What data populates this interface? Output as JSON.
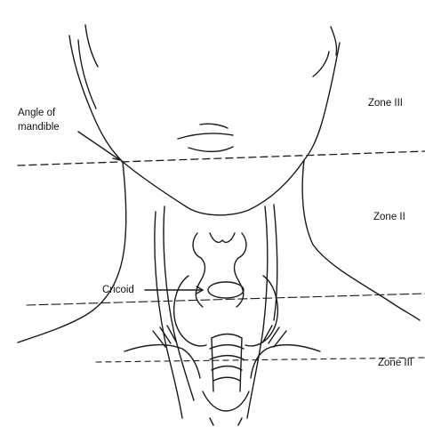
{
  "labels": {
    "angle_of_mandible_line1": "Angle of",
    "angle_of_mandible_line2": "mandible",
    "zone_iii": "Zone III",
    "zone_ii": "Zone II",
    "cricoid": "Cricoid",
    "zone_i": "Zone III"
  },
  "colors": {
    "ink": "#1a1a1a",
    "background": "#ffffff"
  }
}
